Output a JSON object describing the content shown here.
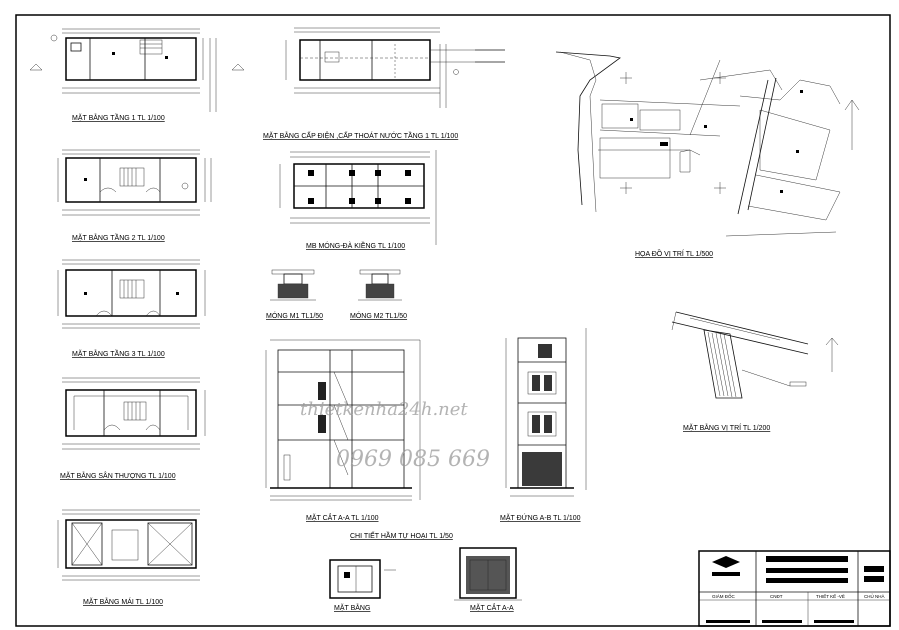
{
  "drawings": {
    "floor1": "MẶT BẰNG TẦNG 1 TL 1/100",
    "floor2": "MẶT BẰNG TẦNG 2 TL 1/100",
    "floor3": "MẶT BẰNG TẦNG 3 TL 1/100",
    "terrace": "MẶT BẰNG SÂN THƯỢNG TL 1/100",
    "roof": "MẶT BẰNG MÁI TL 1/100",
    "electric": "MẶT BẰNG CẤP ĐIỆN ,CẤP THOÁT NƯỚC TẦNG 1 TL 1/100",
    "foundation": "MB MÓNG-ĐÀ KIỀNG TL 1/100",
    "footing1": "MÓNG M1 TL1/50",
    "footing2": "MÓNG M2 TL1/50",
    "sectionAA": "MẶT CẮT A-A TL 1/100",
    "elevationAB": "MẶT ĐỨNG A-B TL 1/100",
    "septic": "CHI TIẾT HẦM TỰ HOẠI TL 1/50",
    "septicPlan": "MẶT BẰNG",
    "septicSection": "MẶT CẮT A-A",
    "locationMap": "HỌA ĐỒ VỊ TRÍ TL 1/500",
    "sitePlan": "MẶT BẰNG VỊ TRÍ TL 1/200"
  },
  "watermark": {
    "site": "thietkenha24h.net",
    "phone": "0969 085 669"
  },
  "titleBlock": {
    "director": "GIÁM ĐỐC",
    "chief": "CNĐT",
    "designer": "THIẾT KẾ -VẼ",
    "owner": "CHỦ NHÀ"
  }
}
